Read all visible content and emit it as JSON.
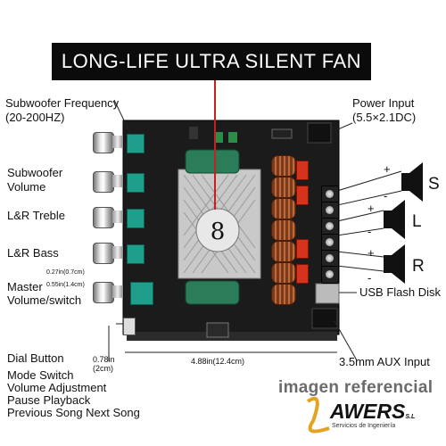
{
  "banner": {
    "title": "LONG-LIFE ULTRA SILENT FAN"
  },
  "labels": {
    "sub_freq_1": "Subwoofer Frequency",
    "sub_freq_2": "(20-200HZ)",
    "sub_vol_1": "Subwoofer",
    "sub_vol_2": "Volume",
    "treble": "L&R Treble",
    "bass": "L&R Bass",
    "master_1": "Master",
    "master_2": "Volume/switch",
    "dim_027": "0.27in(0.7cm)",
    "dim_055": "0.55in(1.4cm)",
    "dial_button": "Dial Button",
    "dim_078_1": "0.78in",
    "dim_078_2": "(2cm)",
    "dim_488": "4.88in(12.4cm)",
    "mode_1": "Mode Switch",
    "mode_2": "Volume Adjustment",
    "mode_3": "Pause Playback",
    "mode_4": "Previous Song Next Song",
    "power_1": "Power Input",
    "power_2": "(5.5×2.1DC)",
    "usb": "USB Flash Disk",
    "aux": "3.5mm AUX Input",
    "spk_s": "S",
    "spk_l": "L",
    "spk_r": "R",
    "plus": "+",
    "minus": "-"
  },
  "watermark": {
    "caption": "imagen referencial",
    "brand": "AWERS",
    "brand_suffix": "S.L",
    "tagline": "Servicios de Ingeniería",
    "brand_color": "#e5a21f"
  },
  "colors": {
    "board": "#1b1b1b",
    "heatsink": "#c9c9c9",
    "knob_cap": "#1f9e8c",
    "capacitor": "#2a7d58"
  }
}
